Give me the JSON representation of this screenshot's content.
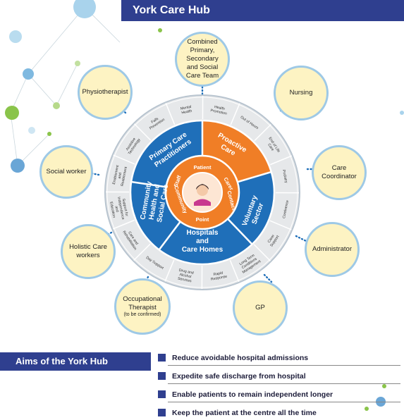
{
  "header": {
    "title": "York Care Hub"
  },
  "hub": {
    "segments": {
      "proactive_care": "Proactive Care",
      "primary_care": "Primary Care Practitioners",
      "community_health": "Community Health and Social Care",
      "hospitals": "Hospitals and Care Homes",
      "voluntary": "Voluntary Sector"
    },
    "inner_ring": {
      "patient": "Patient",
      "carer": "Carer",
      "contact": "Contact",
      "point": "Point",
      "community": "Community",
      "staff": "Staff"
    },
    "outer_labels": [
      "Mental Health",
      "Health Promotion",
      "Out of Hours",
      "End of Life Care",
      "Podiatry",
      "Continence",
      "Carer Support",
      "Long Term Conditions Management",
      "Rapid Response",
      "Drug and Alcohol Services",
      "Day Support",
      "Care and Rehabilitation",
      "Support for Independence and Education",
      "Enablement and Reablement",
      "Assistive Technology",
      "Falls Prevention"
    ]
  },
  "roles": [
    {
      "id": "combined",
      "label": "Combined Primary, Secondary and Social Care Team"
    },
    {
      "id": "nursing",
      "label": "Nursing"
    },
    {
      "id": "care-coordinator",
      "label": "Care Coordinator"
    },
    {
      "id": "administrator",
      "label": "Administrator"
    },
    {
      "id": "gp",
      "label": "GP"
    },
    {
      "id": "occupational-therapist",
      "label": "Occupational Therapist",
      "sub": "(to be confirmed)"
    },
    {
      "id": "holistic",
      "label": "Holistic Care workers"
    },
    {
      "id": "social-worker",
      "label": "Social worker"
    },
    {
      "id": "physiotherapist",
      "label": "Physiotherapist"
    }
  ],
  "aims": {
    "title": "Aims of the York Hub",
    "items": [
      "Reduce avoidable hospital admissions",
      "Expedite safe discharge from hospital",
      "Enable patients to remain independent longer",
      "Keep the patient at the centre all the time"
    ]
  },
  "colors": {
    "blue": "#1f6fb9",
    "orange": "#f07e26",
    "navy": "#2f3f8f",
    "cream": "#fdf3c3"
  }
}
